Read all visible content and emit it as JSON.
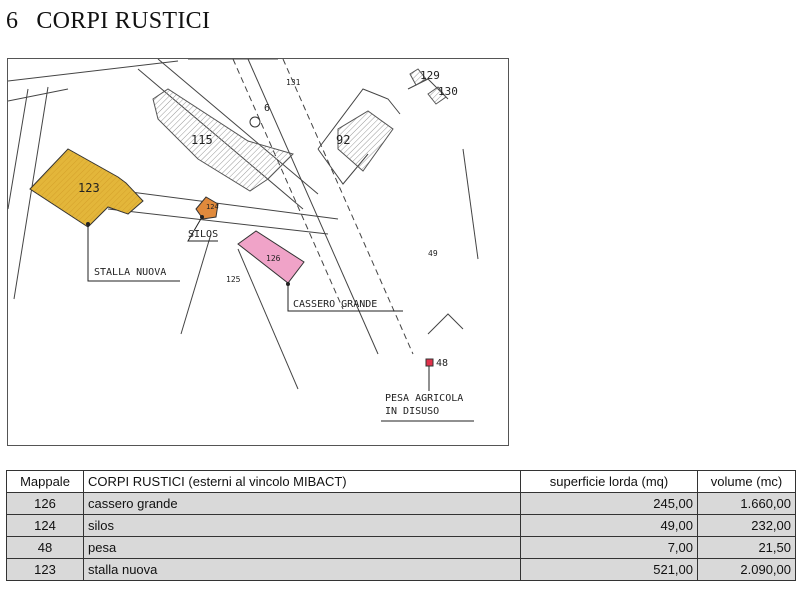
{
  "heading": {
    "number": "6",
    "title": "CORPI RUSTICI"
  },
  "map": {
    "parcels": {
      "p131": "131",
      "p129": "129",
      "p130": "130",
      "p6": "6",
      "p115": "115",
      "p92": "92",
      "p123": "123",
      "p124": "124",
      "p126": "126",
      "p125": "125",
      "p49": "49",
      "p48": "48"
    },
    "callouts": {
      "stalla": "STALLA NUOVA",
      "silos": "SILOS",
      "cassero": "CASSERO GRANDE",
      "pesa_line1": "PESA AGRICOLA",
      "pesa_line2": "IN DISUSO"
    },
    "colors": {
      "stalla": "#e3b63a",
      "silos": "#e08a3c",
      "cassero": "#f0a3c8",
      "pesa": "#e0304a"
    }
  },
  "table": {
    "headers": [
      "Mappale",
      "CORPI RUSTICI (esterni al vincolo MIBACT)",
      "superficie lorda (mq)",
      "volume (mc)"
    ],
    "rows": [
      {
        "mappale": "126",
        "name": "cassero grande",
        "superficie": "245,00",
        "volume": "1.660,00"
      },
      {
        "mappale": "124",
        "name": "silos",
        "superficie": "49,00",
        "volume": "232,00"
      },
      {
        "mappale": "48",
        "name": "pesa",
        "superficie": "7,00",
        "volume": "21,50"
      },
      {
        "mappale": "123",
        "name": "stalla nuova",
        "superficie": "521,00",
        "volume": "2.090,00"
      }
    ]
  }
}
